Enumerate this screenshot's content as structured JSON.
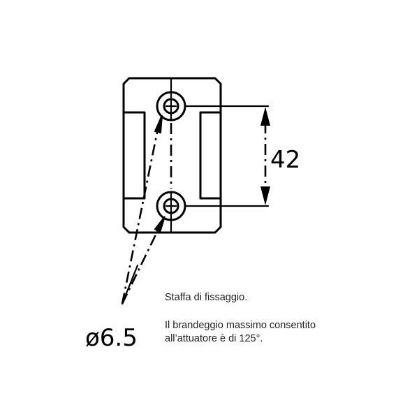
{
  "drawing": {
    "type": "technical-drawing",
    "subject": "mounting bracket",
    "dimensions": {
      "hole_spacing": "42",
      "hole_diameter": "ø6.5"
    },
    "line_color": "#000000",
    "background_color": "#ffffff"
  },
  "notes": {
    "title": "Staffa di fissaggio.",
    "line1": "Il brandeggio massimo consentito",
    "line2": "all’attuatore è di 125°."
  }
}
